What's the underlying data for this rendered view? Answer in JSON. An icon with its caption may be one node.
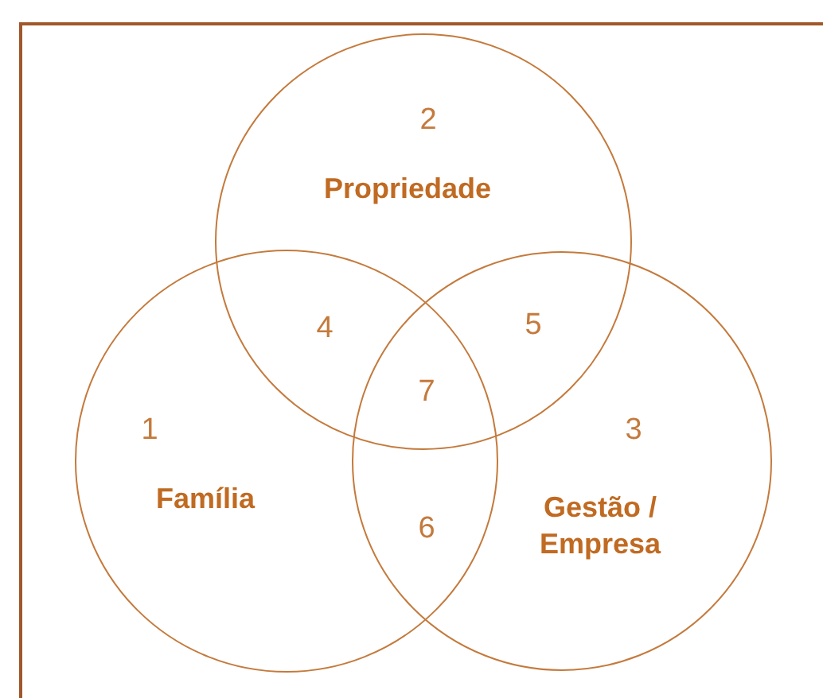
{
  "diagram": {
    "nodes": [
      {
        "text": [
          "2",
          "Propriedade"
        ]
      },
      {
        "text": [
          "1",
          "Família"
        ]
      },
      {
        "text": [
          "3",
          "Gestão / Empresa"
        ]
      }
    ],
    "labels": [
      "4",
      "5",
      "7",
      "6"
    ]
  }
}
